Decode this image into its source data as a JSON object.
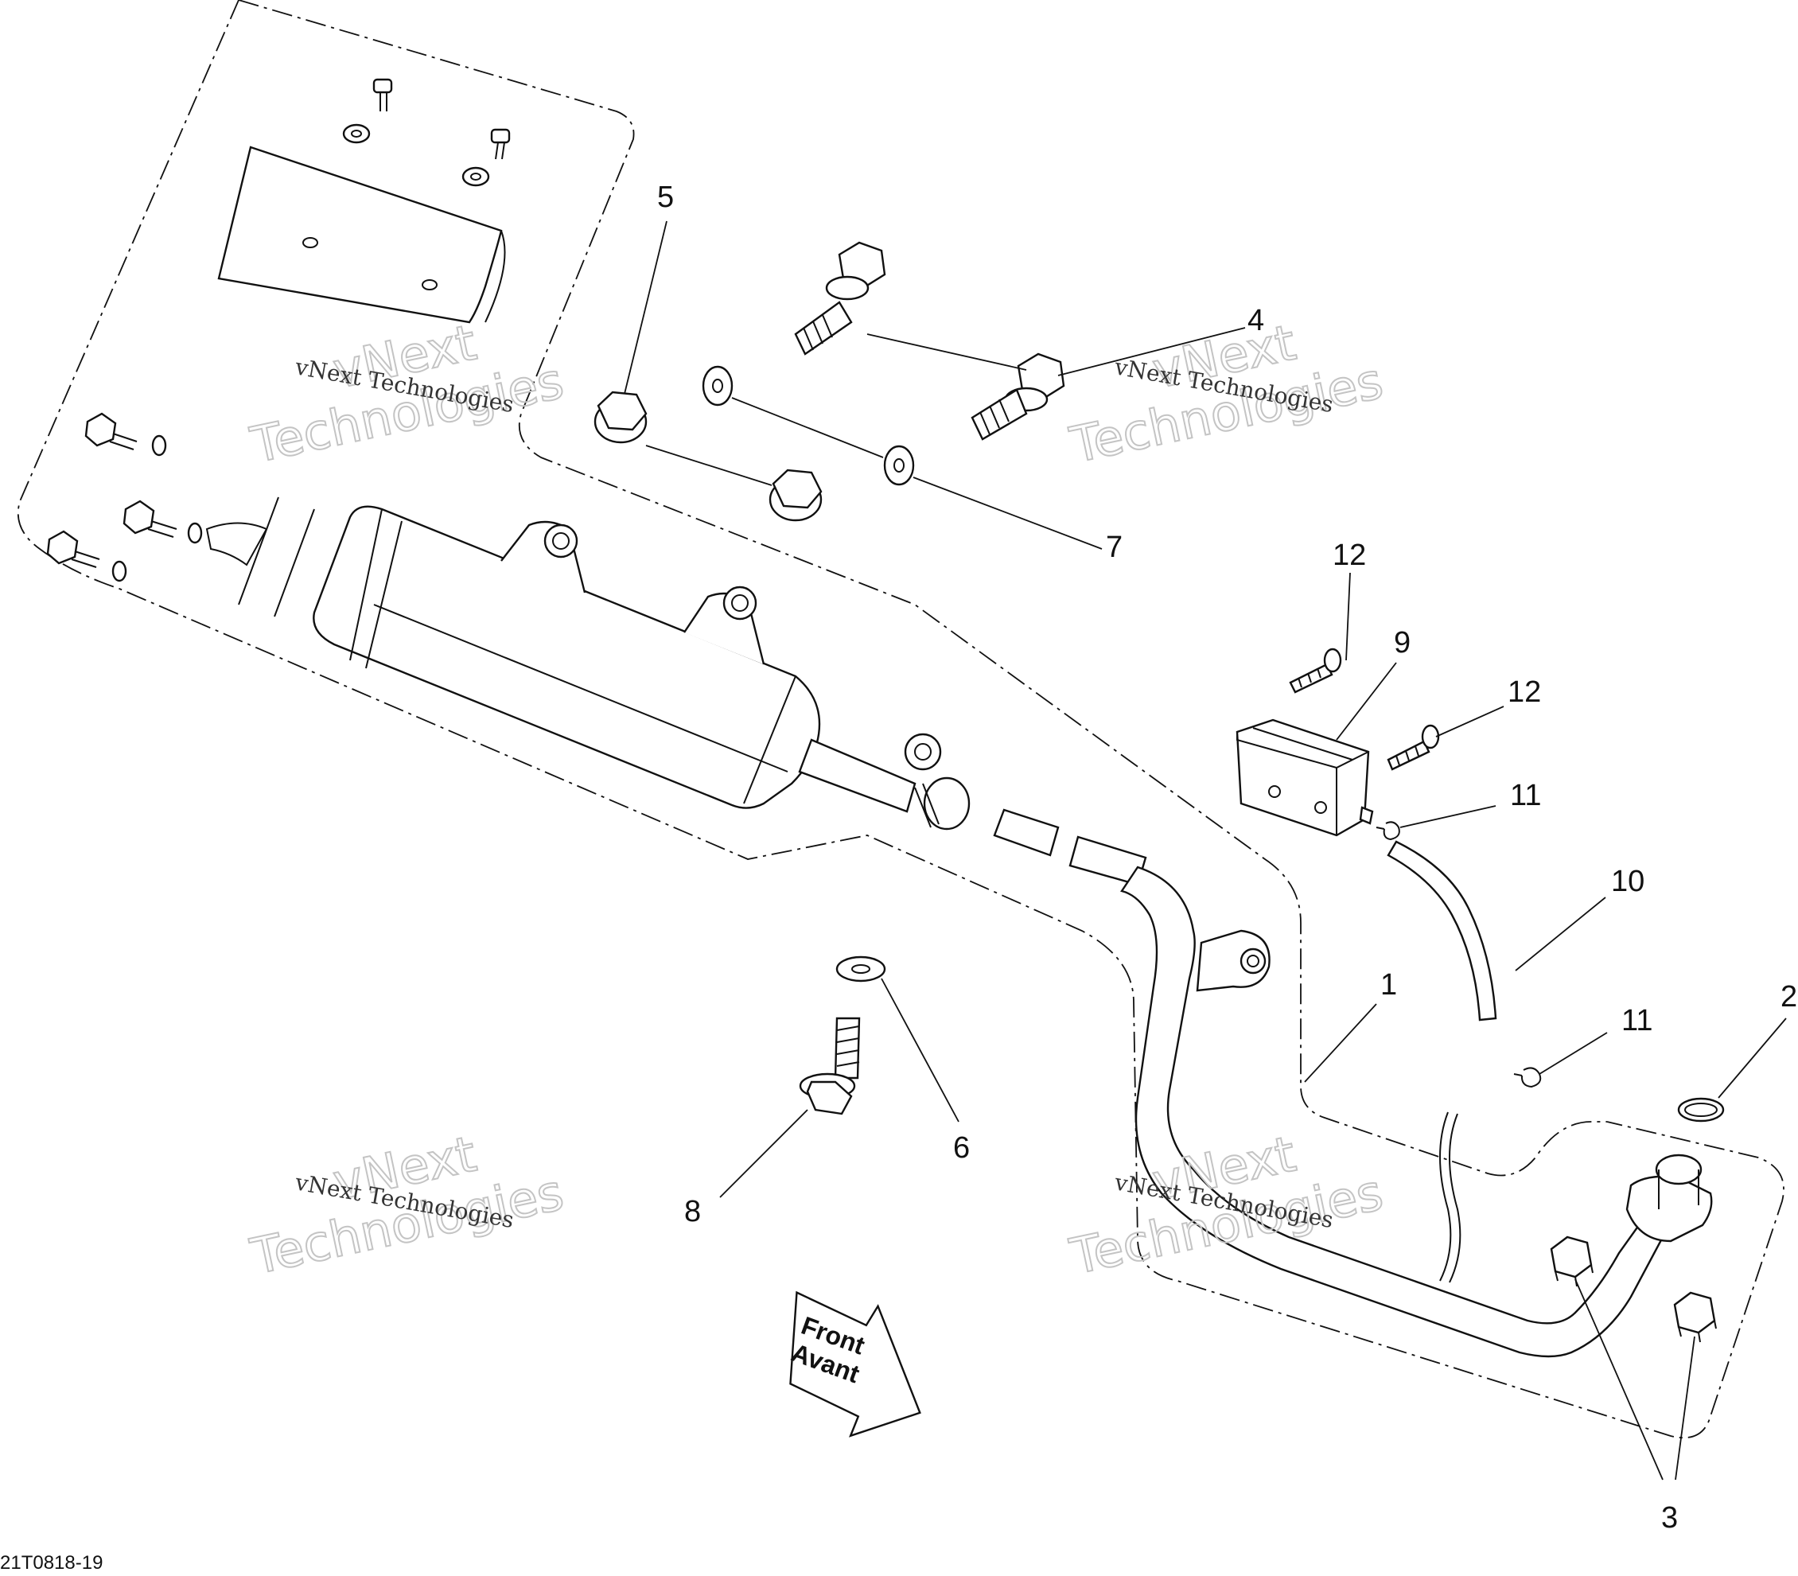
{
  "diagram": {
    "callouts": [
      {
        "id": "1",
        "text": "1"
      },
      {
        "id": "2",
        "text": "2"
      },
      {
        "id": "3",
        "text": "3"
      },
      {
        "id": "4",
        "text": "4"
      },
      {
        "id": "5",
        "text": "5"
      },
      {
        "id": "6",
        "text": "6"
      },
      {
        "id": "7",
        "text": "7"
      },
      {
        "id": "8",
        "text": "8"
      },
      {
        "id": "9",
        "text": "9"
      },
      {
        "id": "10",
        "text": "10"
      },
      {
        "id": "11a",
        "text": "11"
      },
      {
        "id": "11b",
        "text": "11"
      },
      {
        "id": "12a",
        "text": "12"
      },
      {
        "id": "12b",
        "text": "12"
      }
    ],
    "watermark_small": "vNext Technologies",
    "watermark_line1": "vNext",
    "watermark_line2": "Technologies",
    "front_label_line1": "Front",
    "front_label_line2": "Avant",
    "reference_code": "21T0818-19"
  }
}
